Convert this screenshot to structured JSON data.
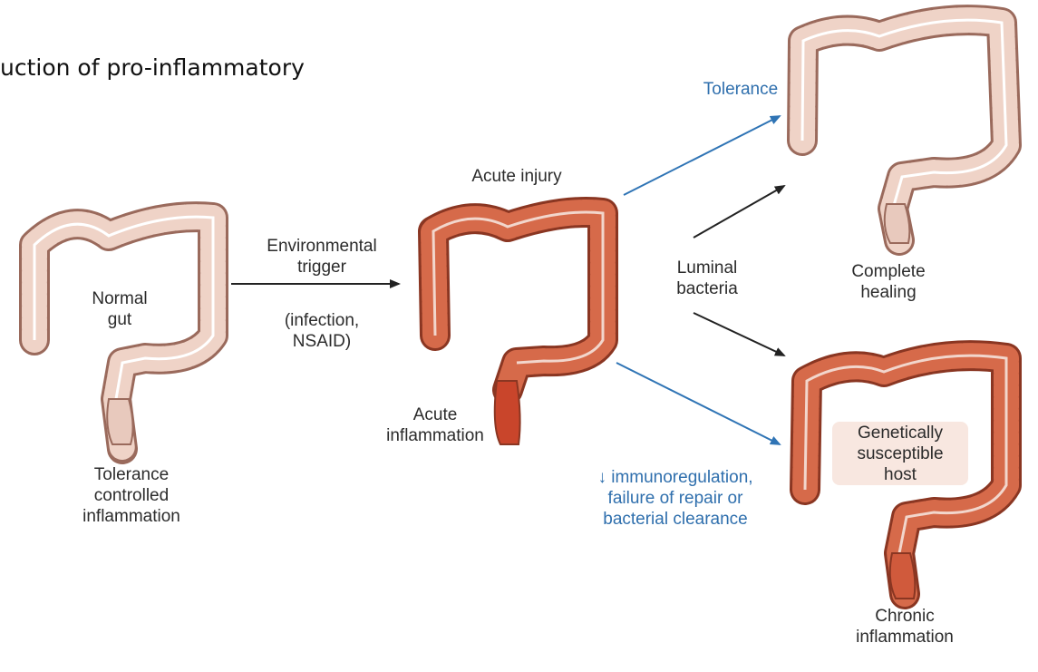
{
  "heading": "uction of pro-inflammatory",
  "labels": {
    "normal_gut": [
      "Normal",
      "gut"
    ],
    "tolerance_controlled": [
      "Tolerance",
      "controlled",
      "inflammation"
    ],
    "environmental_trigger": [
      "Environmental",
      "trigger"
    ],
    "trigger_examples": [
      "(infection,",
      "NSAID)"
    ],
    "acute_injury": "Acute injury",
    "acute_inflammation": [
      "Acute",
      "inflammation"
    ],
    "tolerance": "Tolerance",
    "luminal_bacteria": [
      "Luminal",
      "bacteria"
    ],
    "complete_healing": [
      "Complete",
      "healing"
    ],
    "immunoregulation": [
      "↓ immunoregulation,",
      "failure of repair or",
      "bacterial clearance"
    ],
    "genetically_susceptible": [
      "Genetically",
      "susceptible",
      "host"
    ],
    "chronic_inflammation": [
      "Chronic",
      "inflammation"
    ]
  },
  "colors": {
    "normal_fill": "#efd3c7",
    "normal_stroke": "#9a6a5c",
    "inflamed_fill": "#d66a4a",
    "inflamed_stroke": "#8a3622",
    "arrow_black": "#222222",
    "arrow_blue": "#2f74b5",
    "label_blue": "#2f6fad"
  }
}
